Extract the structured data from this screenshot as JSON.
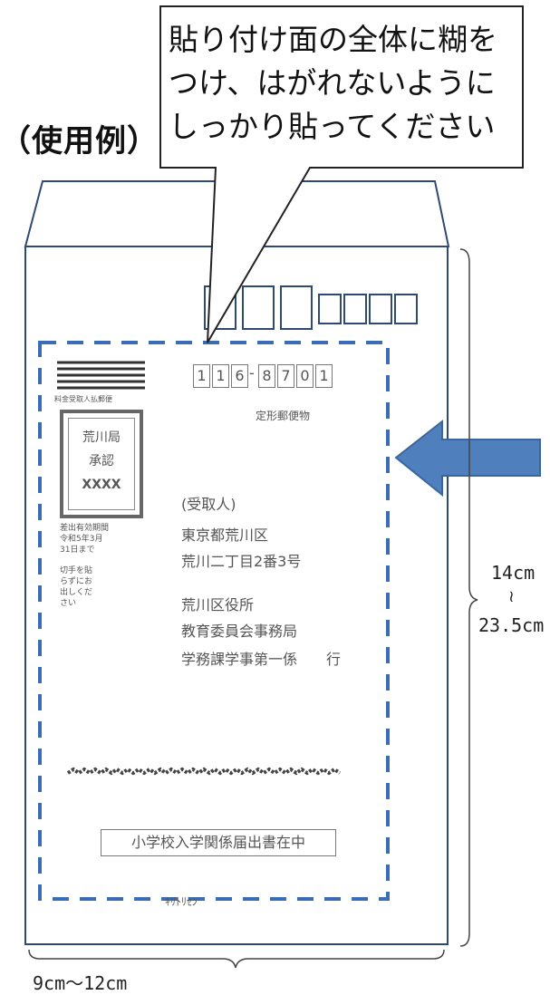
{
  "example_label": "（使用例）",
  "callout": {
    "lines": [
      "貼り付け面の全体に糊を",
      "つけ、はがれないように",
      "しっかり貼ってください"
    ]
  },
  "dimensions": {
    "height_label_top": "14cm",
    "height_label_tilde": "≀",
    "height_label_bottom": "23.5cm",
    "width_label": "9cm～12cm"
  },
  "postal_label": {
    "postal_code_digits": [
      "1",
      "1",
      "6",
      "8",
      "7",
      "0",
      "1"
    ],
    "postal_code_dash": "-",
    "mail_type": "定形郵便物",
    "fee_note": "料金受取人払郵便",
    "stamp_lines": [
      "荒川局",
      "承認",
      "XXXX"
    ],
    "validity_lines": [
      "差出有効期間",
      "令和5年3月",
      "31日まで"
    ],
    "no_stamp_lines": [
      "切手を貼",
      "らずにお",
      "出しくだ",
      "さい"
    ],
    "recipient_heading": "(受取人)",
    "address_lines": [
      "東京都荒川区",
      "荒川二丁目2番3号"
    ],
    "recipient_lines": [
      "荒川区役所",
      "教育委員会事務局"
    ],
    "recipient_final": "学務課学事第一係",
    "recipient_suffix": "行",
    "contents_note": "小学校入学関係届出書在中",
    "bottom_text": "ｷﾘﾄﾘｾﾝ"
  },
  "colors": {
    "envelope_line": "#2f4a72",
    "dashed_border": "#3a6db5",
    "arrow_fill": "#4f7fbd",
    "arrow_stroke": "#3b669c"
  }
}
